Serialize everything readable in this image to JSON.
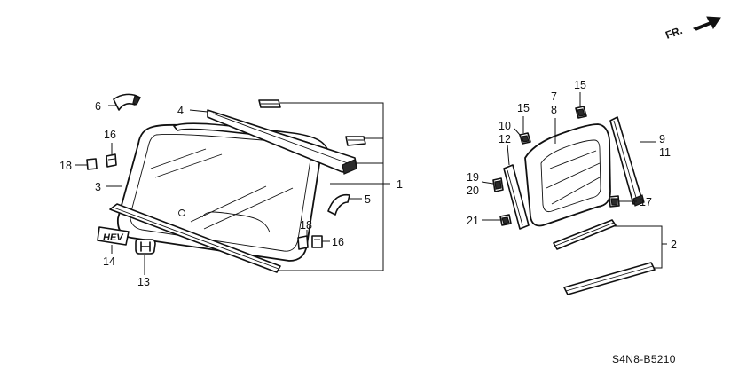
{
  "direction_label": "FR.",
  "diagram_code": "S4N8-B5210",
  "callouts": {
    "c1": "1",
    "c2": "2",
    "c3": "3",
    "c4": "4",
    "c5": "5",
    "c6": "6",
    "c7": "7",
    "c8": "8",
    "c9": "9",
    "c10": "10",
    "c11": "11",
    "c12": "12",
    "c13": "13",
    "c14": "14",
    "c15a": "15",
    "c15b": "15",
    "c16a": "16",
    "c16b": "16",
    "c17": "17",
    "c18a": "18",
    "c18b": "18",
    "c19": "19",
    "c20": "20",
    "c21": "21"
  },
  "emblem_text": "HEV"
}
